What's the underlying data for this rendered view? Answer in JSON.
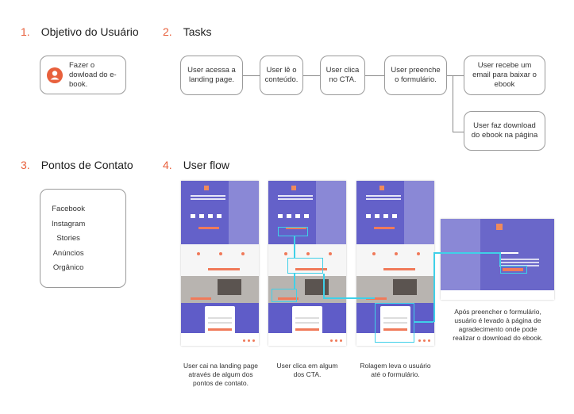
{
  "sections": {
    "s1": {
      "num": "1.",
      "title": "Objetivo do Usuário"
    },
    "s2": {
      "num": "2.",
      "title": "Tasks"
    },
    "s3": {
      "num": "3.",
      "title": "Pontos de Contato"
    },
    "s4": {
      "num": "4.",
      "title": "User flow"
    }
  },
  "goal": {
    "text": "Fazer o dowload do e-book."
  },
  "tasks": [
    "User acessa a landing page.",
    "User lê o conteúdo.",
    "User clica no CTA.",
    "User preenche o formulário.",
    "User recebe um email para baixar o ebook",
    "User faz download do ebook na página"
  ],
  "touchpoints": [
    "Facebook",
    "Instagram",
    "Stories",
    "Anúncios",
    "Orgânico"
  ],
  "captions": [
    "User cai na landing page através de algum dos pontos de contato.",
    "User clica em algum dos CTA.",
    "Rolagem leva o usuário até o formulário.",
    "Após preencher o formulário, usuário é levado à página de agradecimento onde pode realizar o download do ebook."
  ],
  "colors": {
    "accent": "#e8603c",
    "hero": "#6461c9",
    "highlight": "#3fd0e8"
  },
  "icons": {
    "user": "user-icon"
  }
}
